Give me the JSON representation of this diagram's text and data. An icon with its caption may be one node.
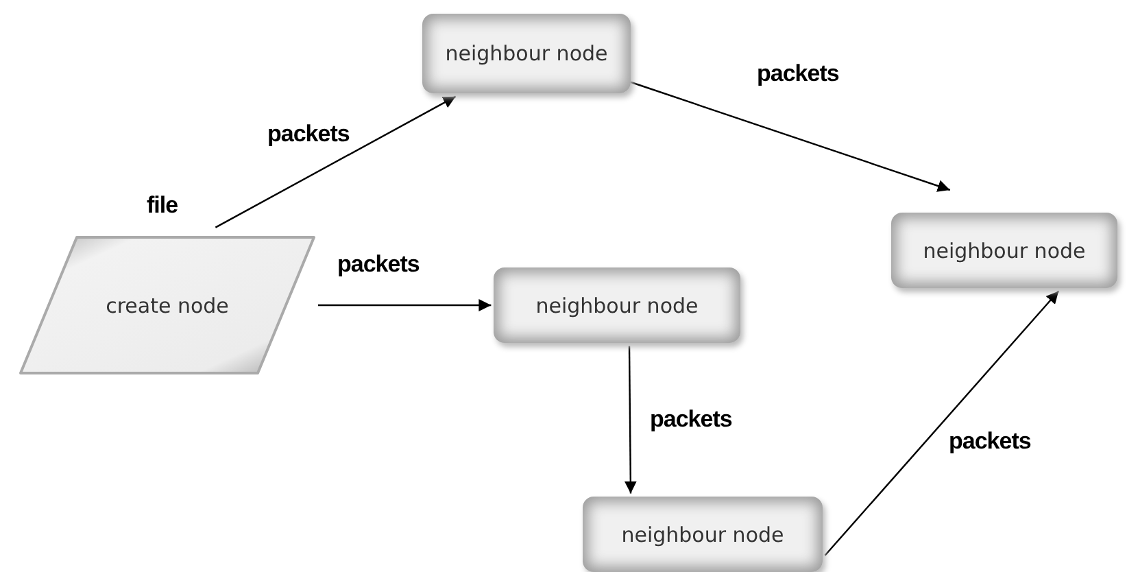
{
  "diagram": {
    "nodes": [
      {
        "text": [
          "create node"
        ],
        "beside": [
          "file"
        ]
      },
      {
        "text": [
          "neighbour node"
        ]
      },
      {
        "text": [
          "neighbour node"
        ]
      },
      {
        "text": [
          "neighbour node"
        ]
      },
      {
        "text": [
          "neighbour node"
        ]
      }
    ],
    "edges": [
      {
        "from": 0,
        "to": 1,
        "arrow": "to",
        "label": "packets"
      },
      {
        "from": 1,
        "to": 2,
        "arrow": "to",
        "label": "packets"
      },
      {
        "from": 0,
        "to": 3,
        "arrow": "to",
        "label": "packets"
      },
      {
        "from": 3,
        "to": 4,
        "arrow": "to",
        "label": "packets"
      },
      {
        "from": 4,
        "to": 2,
        "arrow": "to",
        "label": "packets"
      }
    ]
  }
}
